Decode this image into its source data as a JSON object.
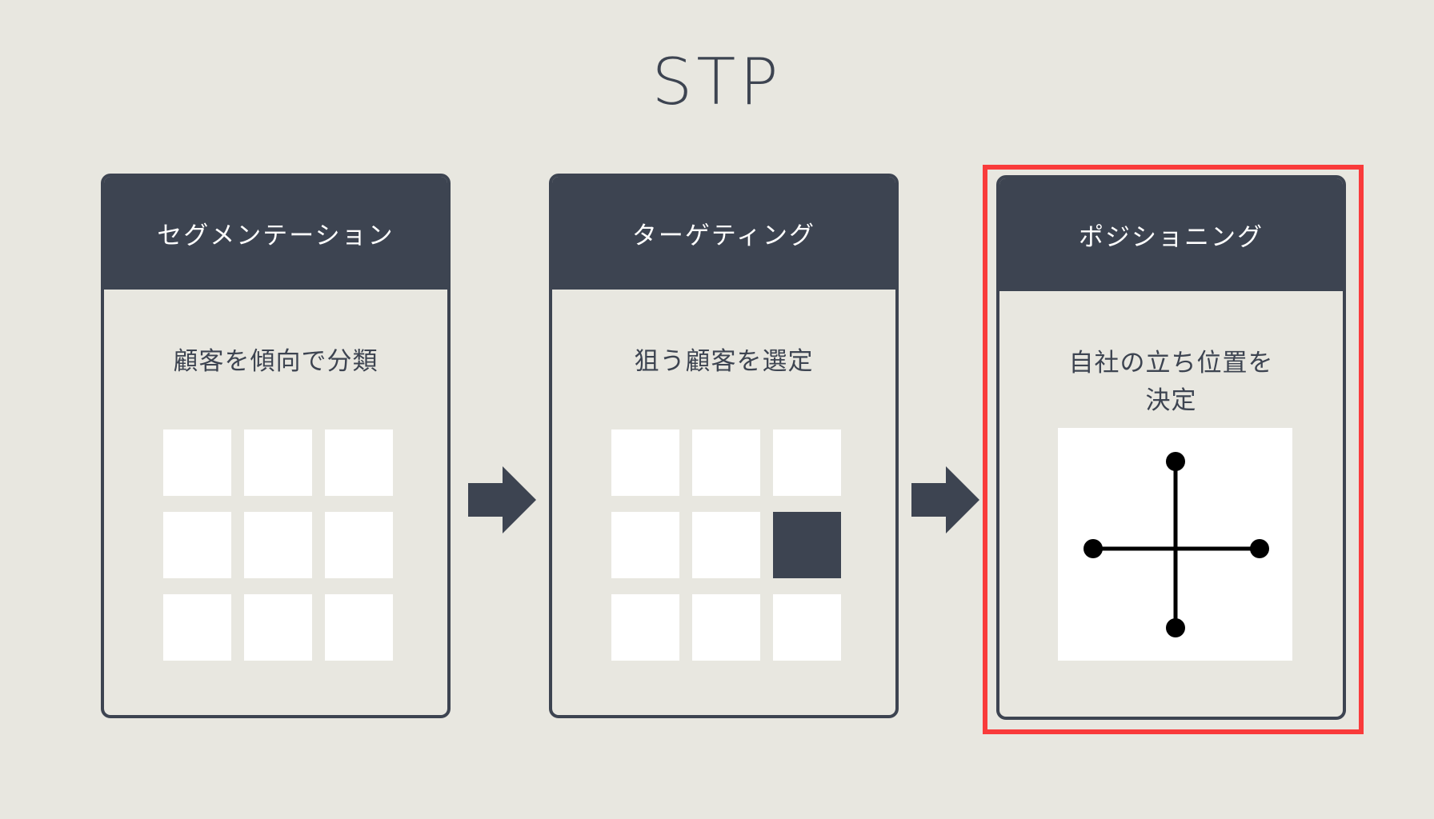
{
  "page": {
    "title": "STP",
    "background_color": "#e8e7e0",
    "dark_color": "#3d4451",
    "highlight_color": "#f93b3b",
    "square_color": "#ffffff",
    "map_icon_color": "#000000"
  },
  "cards": [
    {
      "id": "segmentation",
      "header_label": "セグメンテーション",
      "description_line1": "顧客を傾向で分類",
      "description_line2": "",
      "visual": "grid-3x3",
      "filled_cells": [],
      "highlighted": false
    },
    {
      "id": "targeting",
      "header_label": "ターゲティング",
      "description_line1": "狙う顧客を選定",
      "description_line2": "",
      "visual": "grid-3x3",
      "filled_cells": [
        {
          "row": 2,
          "col": 3
        }
      ],
      "highlighted": false
    },
    {
      "id": "positioning",
      "header_label": "ポジショニング",
      "description_line1": "自社の立ち位置を",
      "description_line2": "決定",
      "visual": "position-map-axes",
      "filled_cells": [],
      "highlighted": true
    }
  ],
  "arrows": [
    {
      "id": "arrow-1",
      "direction": "right"
    },
    {
      "id": "arrow-2",
      "direction": "right"
    }
  ]
}
